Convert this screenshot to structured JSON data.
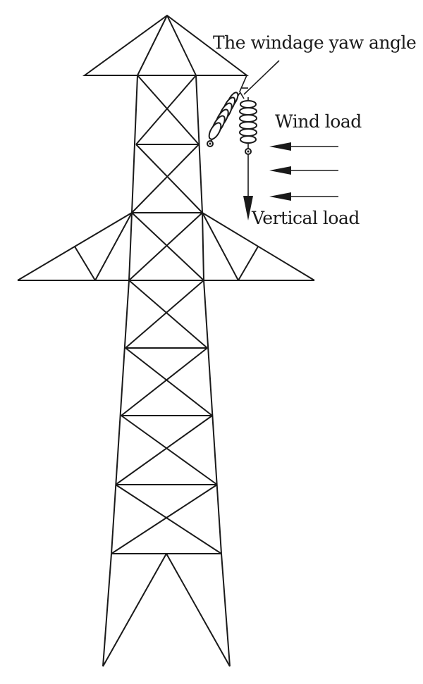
{
  "labels": {
    "yaw_angle": "The windage yaw angle",
    "wind_load": "Wind load",
    "vertical_load": "Vertical load"
  },
  "colors": {
    "line": "#1a1a1a",
    "background": "#ffffff"
  }
}
